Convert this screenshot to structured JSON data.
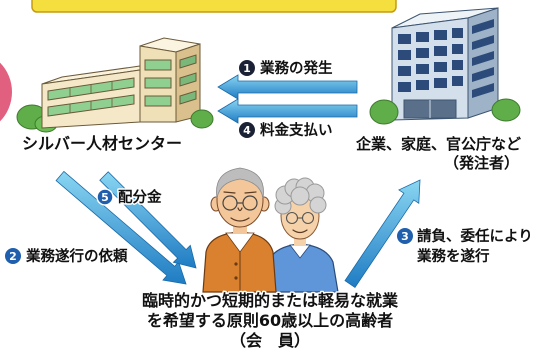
{
  "title_banner": {
    "color": "#f5df3e",
    "border": "#c79a12"
  },
  "accent_circle": {
    "color": "#e2607f"
  },
  "center": {
    "label": "シルバー人材センター"
  },
  "client": {
    "label": "企業、家庭、官公庁など",
    "sub": "（発注者）"
  },
  "steps": [
    {
      "num": "1",
      "lines": [
        "業務の発生"
      ],
      "color": "#1b2236"
    },
    {
      "num": "2",
      "lines": [
        "業務遂行の依頼"
      ],
      "color": "#1f5fae"
    },
    {
      "num": "3",
      "lines": [
        "請負、委任により",
        "業務を遂行"
      ],
      "color": "#1f5fae"
    },
    {
      "num": "4",
      "lines": [
        "料金支払い"
      ],
      "color": "#1b2236"
    },
    {
      "num": "5",
      "lines": [
        "配分金"
      ],
      "color": "#1f5fae"
    }
  ],
  "members": {
    "lines": [
      "臨時的かつ短期的または軽易な就業",
      "を希望する原則60歳以上の高齢者",
      "（会　員）"
    ]
  },
  "colors": {
    "arrow_light": "#8ad6f2",
    "arrow_dark": "#1f7cc3"
  }
}
